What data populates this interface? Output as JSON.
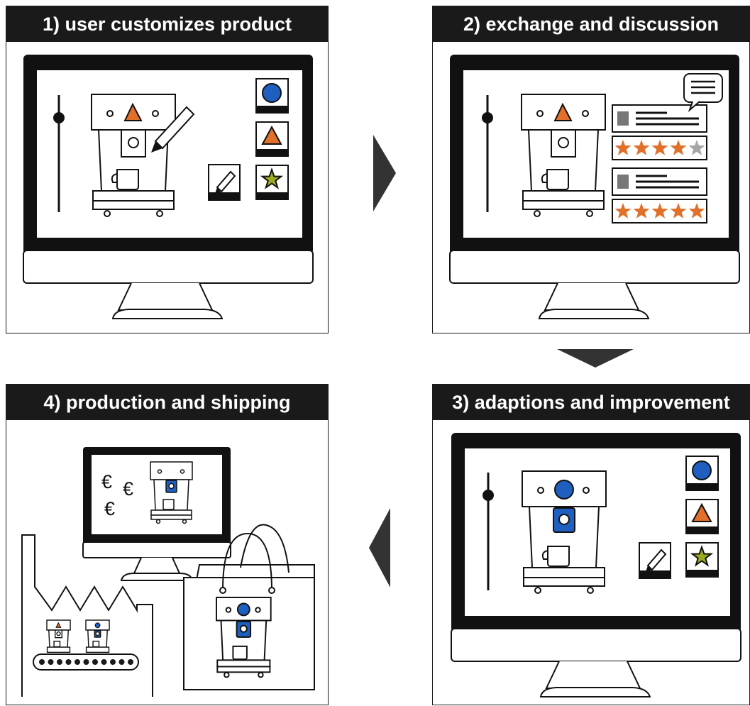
{
  "panels": {
    "p1": {
      "title": "1) user customizes product"
    },
    "p2": {
      "title": "2) exchange and discussion"
    },
    "p3": {
      "title": "3) adaptions and improvement"
    },
    "p4": {
      "title": "4) production and shipping"
    }
  },
  "colors": {
    "orange": "#e0702a",
    "blue": "#1f5fbf",
    "green": "#9aaa22",
    "dark": "#1a1a1a",
    "grey_star": "#a6a6a6"
  },
  "currency_symbol": "€",
  "ratings": [
    4,
    5
  ],
  "icons": [
    "monitor-icon",
    "coffee-machine-icon",
    "pencil-icon",
    "circle-icon",
    "triangle-icon",
    "star-icon",
    "speech-bubble-icon",
    "factory-icon",
    "conveyor-belt-icon",
    "shopping-bag-icon",
    "euro-icon",
    "slider-icon",
    "arrow-right-icon",
    "arrow-down-icon",
    "arrow-left-icon"
  ]
}
